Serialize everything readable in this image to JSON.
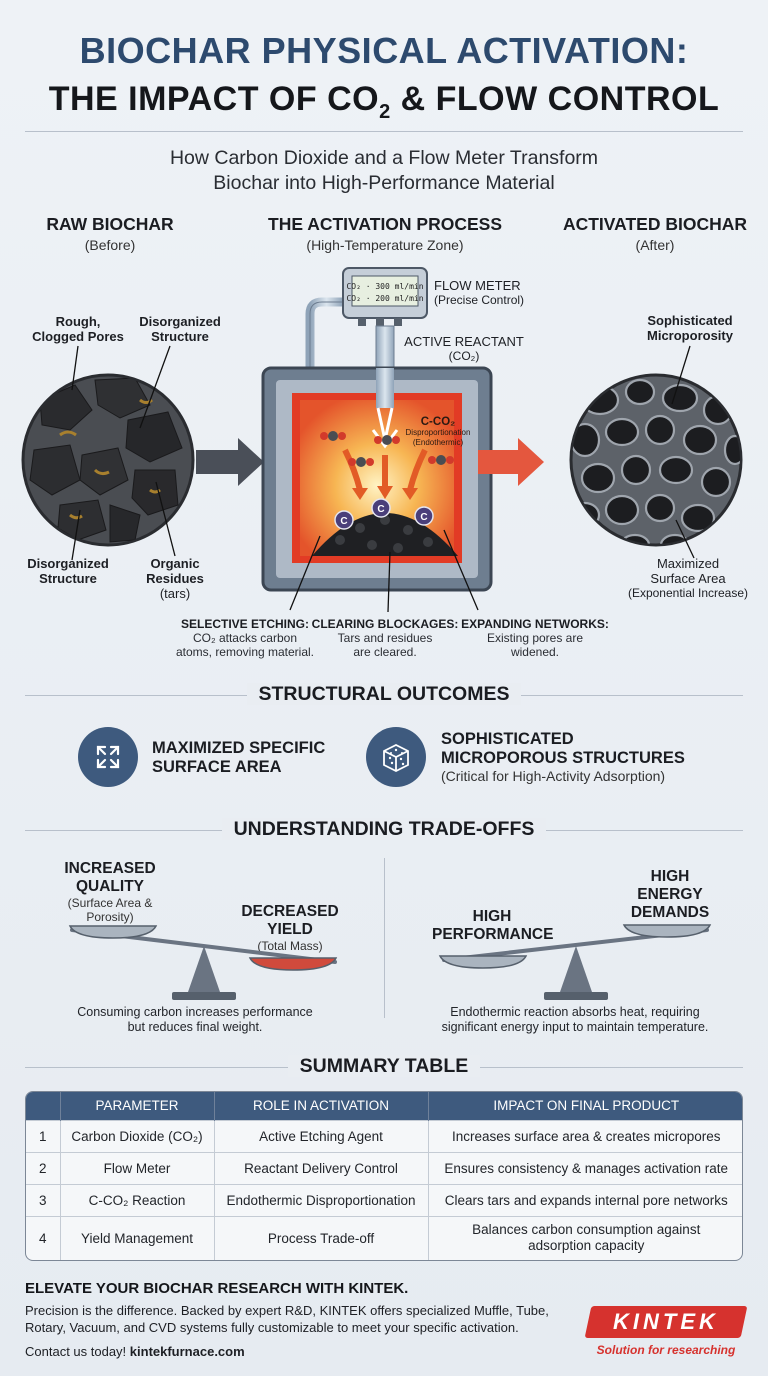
{
  "header": {
    "title_line1": "BIOCHAR PHYSICAL ACTIVATION:",
    "title_line2_pre": "THE IMPACT OF CO",
    "title_line2_sub": "2",
    "title_line2_post": " & FLOW CONTROL",
    "subtitle_line1": "How Carbon Dioxide and a Flow Meter Transform",
    "subtitle_line2": "Biochar into High-Performance Material"
  },
  "columns": {
    "raw": {
      "title": "RAW BIOCHAR",
      "sub": "(Before)"
    },
    "process": {
      "title": "THE ACTIVATION PROCESS",
      "sub": "(High-Temperature Zone)"
    },
    "activated": {
      "title": "ACTIVATED BIOCHAR",
      "sub": "(After)"
    }
  },
  "raw_labels": {
    "rough": [
      "Rough,",
      "Clogged Pores"
    ],
    "disorg_top": [
      "Disorganized",
      "Structure"
    ],
    "disorg_bottom": [
      "Disorganized",
      "Structure"
    ],
    "organic": [
      "Organic",
      "Residues",
      "(tars)"
    ]
  },
  "process_labels": {
    "flow_meter_title": "FLOW METER",
    "flow_meter_sub": "(Precise Control)",
    "display_line1": "CO₂ · 300 ml/min",
    "display_line2": "CO₂ · 200 ml/min",
    "reactant_title": "ACTIVE REACTANT",
    "reactant_sub": "(CO₂)",
    "reaction_title": "C-CO₂",
    "reaction_sub1": "Disproportionation",
    "reaction_sub2": "(Endothermic)",
    "carbon_letter": "C"
  },
  "activated_labels": {
    "micro": [
      "Sophisticated",
      "Microporosity"
    ],
    "area": [
      "Maximized",
      "Surface Area"
    ],
    "area_sub": "(Exponential Increase)"
  },
  "captions": [
    {
      "title": "SELECTIVE ETCHING:",
      "lines": [
        "CO₂ attacks carbon",
        "atoms, removing material."
      ]
    },
    {
      "title": "CLEARING BLOCKAGES:",
      "lines": [
        "Tars and residues",
        "are cleared."
      ]
    },
    {
      "title": "EXPANDING NETWORKS:",
      "lines": [
        "Existing pores are",
        "widened."
      ]
    }
  ],
  "outcomes": {
    "heading": "STRUCTURAL OUTCOMES",
    "item1": [
      "MAXIMIZED SPECIFIC",
      "SURFACE AREA"
    ],
    "item2": [
      "SOPHISTICATED",
      "MICROPOROUS STRUCTURES"
    ],
    "item2_sub": "(Critical for High-Activity Adsorption)"
  },
  "tradeoffs": {
    "heading": "UNDERSTANDING TRADE-OFFS",
    "left": {
      "quality": [
        "INCREASED",
        "QUALITY"
      ],
      "quality_sub": [
        "(Surface Area &",
        "Porosity)"
      ],
      "yield": [
        "DECREASED",
        "YIELD"
      ],
      "yield_sub": "(Total Mass)",
      "caption": [
        "Consuming carbon increases performance",
        "but reduces final weight."
      ]
    },
    "right": {
      "performance": [
        "HIGH",
        "PERFORMANCE"
      ],
      "energy": [
        "HIGH",
        "ENERGY",
        "DEMANDS"
      ],
      "caption": [
        "Endothermic reaction absorbs heat, requiring",
        "significant energy input to maintain temperature."
      ]
    }
  },
  "summary": {
    "heading": "SUMMARY TABLE",
    "headers": [
      "PARAMETER",
      "ROLE IN ACTIVATION",
      "IMPACT ON FINAL PRODUCT"
    ],
    "rows": [
      {
        "num": "1",
        "param": "Carbon Dioxide (CO₂)",
        "role": "Active Etching Agent",
        "impact": "Increases surface area & creates micropores"
      },
      {
        "num": "2",
        "param": "Flow Meter",
        "role": "Reactant Delivery Control",
        "impact": "Ensures consistency & manages activation rate"
      },
      {
        "num": "3",
        "param": "C-CO₂ Reaction",
        "role": "Endothermic Disproportionation",
        "impact": "Clears tars and expands internal pore networks"
      },
      {
        "num": "4",
        "param": "Yield Management",
        "role": "Process Trade-off",
        "impact": "Balances carbon consumption against adsorption capacity"
      }
    ]
  },
  "cta": {
    "heading": "ELEVATE YOUR BIOCHAR RESEARCH WITH KINTEK.",
    "body_lines": [
      "Precision is the difference. Backed by expert R&D, KINTEK offers specialized Muffle, Tube,",
      "Rotary, Vacuum, and CVD systems fully customizable to meet your specific activation."
    ],
    "contact_pre": "Contact us today! ",
    "contact_link": "kintekfurnace.com",
    "logo_text": "KINTEK",
    "logo_tagline": "Solution for researching"
  },
  "colors": {
    "navy": "#2d4a6e",
    "accent_red": "#d6322e",
    "furnace_orange": "#f2a13b",
    "slate": "#3e5a7e"
  }
}
